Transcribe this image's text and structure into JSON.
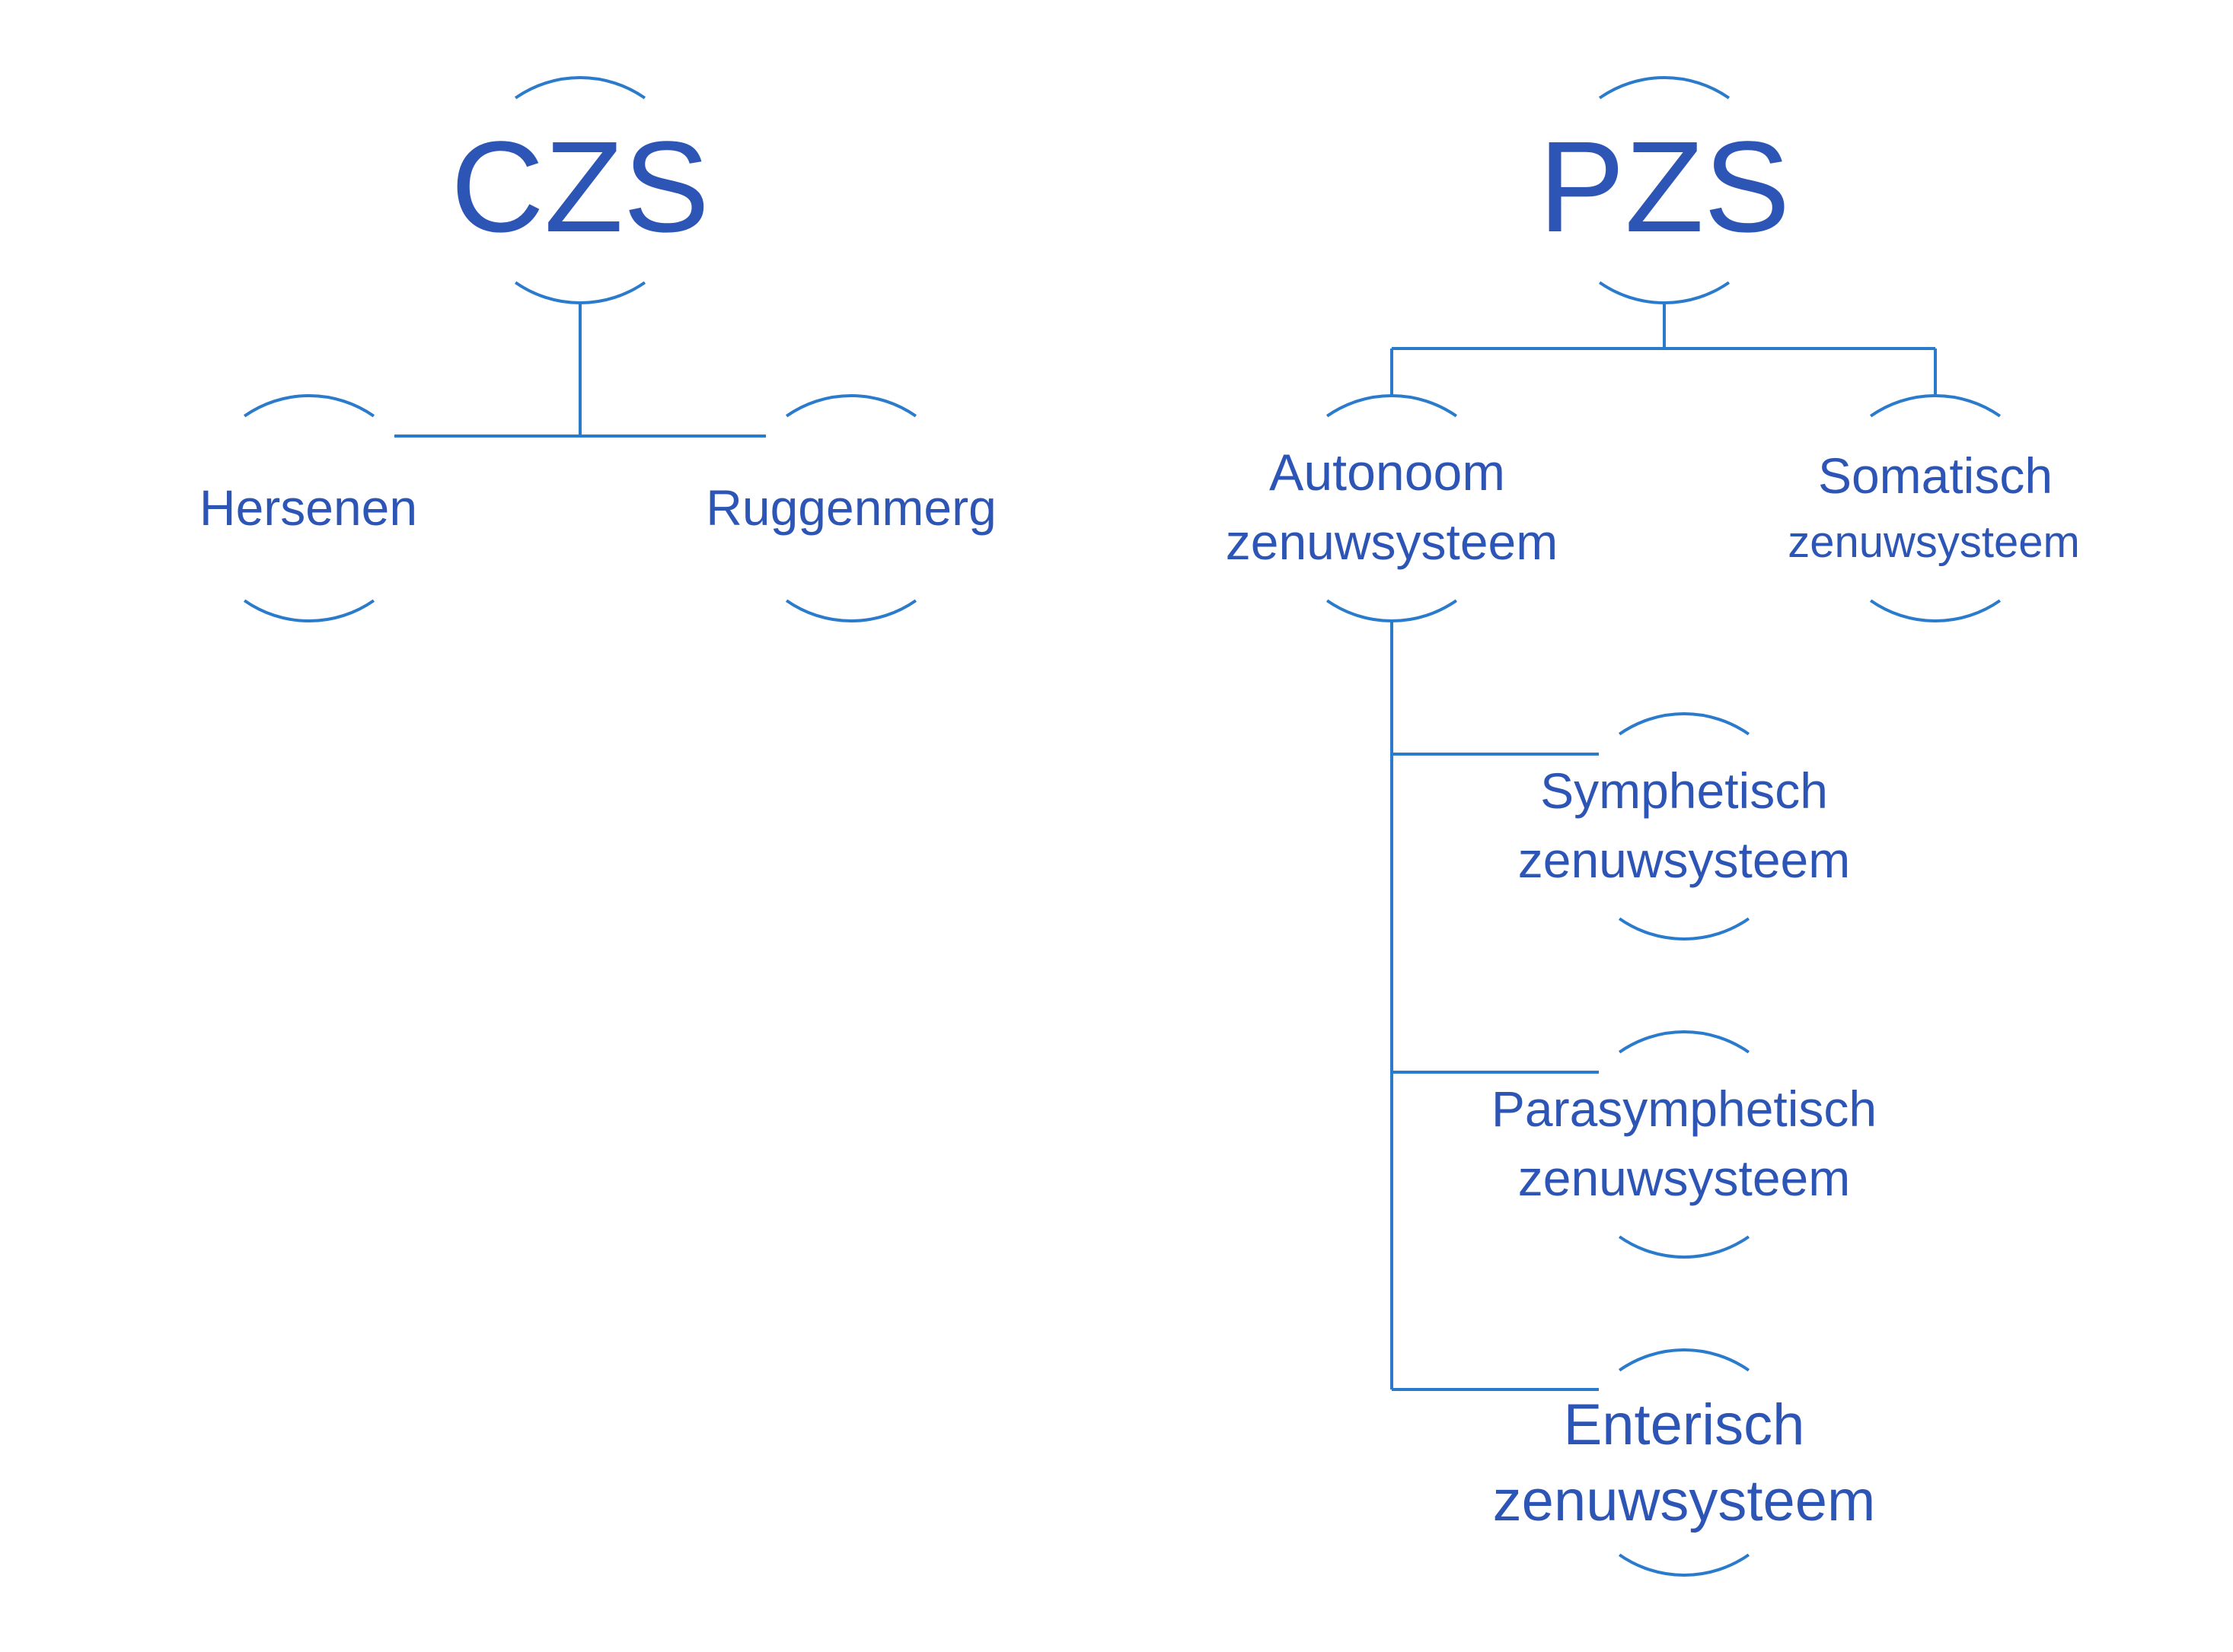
{
  "colors": {
    "line": "#2b7bcc",
    "text": "#2d55b5"
  },
  "nodes": {
    "czs": {
      "title": "CZS",
      "subtitle": ""
    },
    "pzs": {
      "title": "PZS",
      "subtitle": ""
    },
    "hersenen": {
      "title": "Hersenen",
      "subtitle": ""
    },
    "ruggenmerg": {
      "title": "Ruggenmerg",
      "subtitle": ""
    },
    "autonoom": {
      "title": "Autonoom",
      "subtitle": "zenuwsysteem"
    },
    "somatisch": {
      "title": "Somatisch",
      "subtitle": "zenuwsysteem"
    },
    "symphetisch": {
      "title": "Symphetisch",
      "subtitle": "zenuwsysteem"
    },
    "parasymphetisch": {
      "title": "Parasymphetisch",
      "subtitle": "zenuwsysteem"
    },
    "enterisch": {
      "title": "Enterisch",
      "subtitle": "zenuwsysteem"
    }
  }
}
